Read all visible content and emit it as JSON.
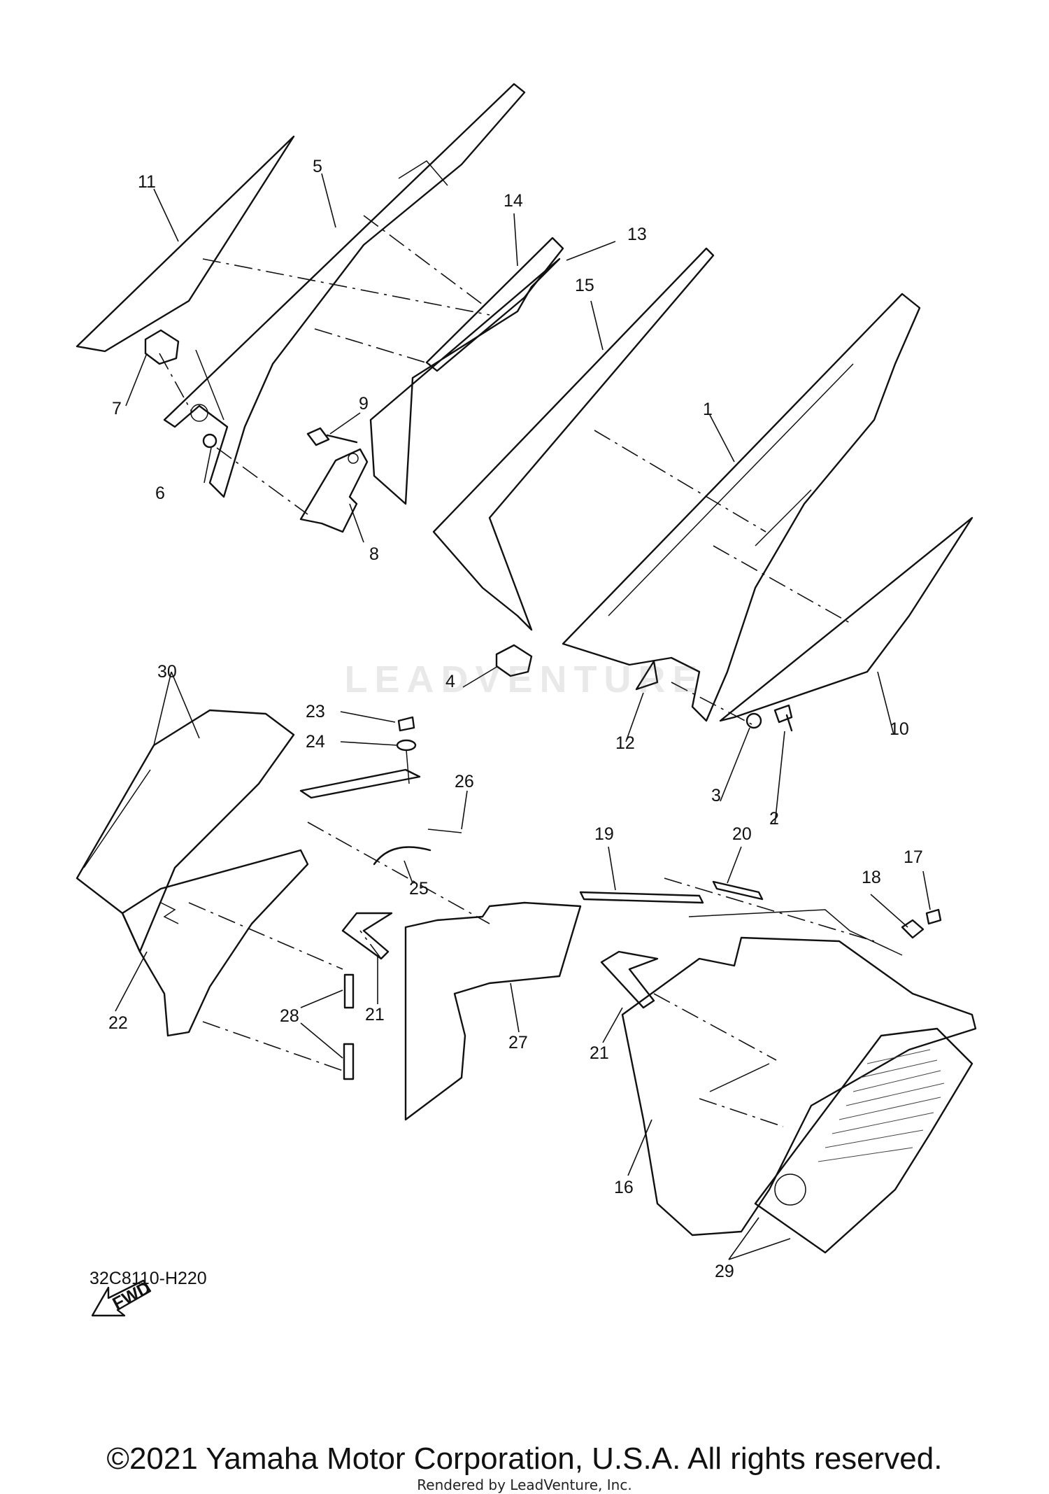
{
  "diagram_code": "32C8110-H220",
  "copyright": "©2021 Yamaha Motor Corporation, U.S.A. All rights reserved.",
  "render_credit": "Rendered by LeadVenture, Inc.",
  "watermark_text": "LEADVENTURE",
  "fwd_label": "FWD",
  "callouts": {
    "p1": "1",
    "p2": "2",
    "p3": "3",
    "p4": "4",
    "p5": "5",
    "p6": "6",
    "p7": "7",
    "p8": "8",
    "p9": "9",
    "p10": "10",
    "p11": "11",
    "p12": "12",
    "p13": "13",
    "p14": "14",
    "p15": "15",
    "p16": "16",
    "p17": "17",
    "p18": "18",
    "p19": "19",
    "p20": "20",
    "p21a": "21",
    "p21b": "21",
    "p22": "22",
    "p23": "23",
    "p24": "24",
    "p25": "25",
    "p26": "26",
    "p27": "27",
    "p28": "28",
    "p29": "29",
    "p30": "30"
  }
}
